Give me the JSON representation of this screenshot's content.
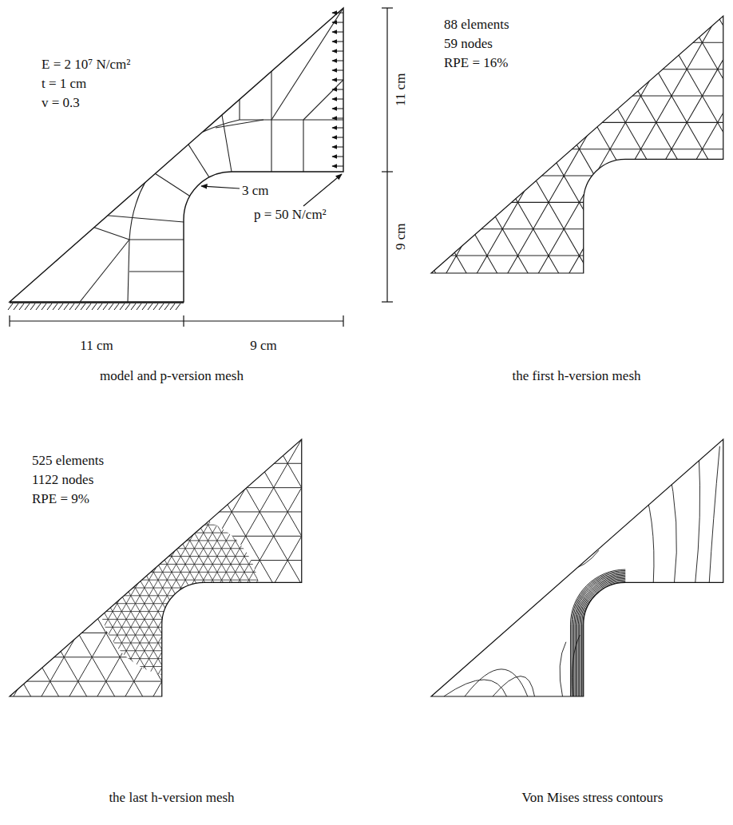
{
  "diagram": {
    "labels": [
      "E = 2 10⁷ N/cm²",
      "t = 1 cm",
      "v = 0.3",
      "11 cm",
      "3 cm",
      "p = 50 N/cm²",
      "9 cm",
      "11 cm",
      "9 cm",
      "model and p-version mesh",
      "88 elements",
      "59 nodes",
      "RPE = 16%",
      "the first h-version mesh",
      "525 elements",
      "1122 nodes",
      "RPE = 9%",
      "the last h-version mesh",
      "Von Mises stress contours"
    ]
  }
}
